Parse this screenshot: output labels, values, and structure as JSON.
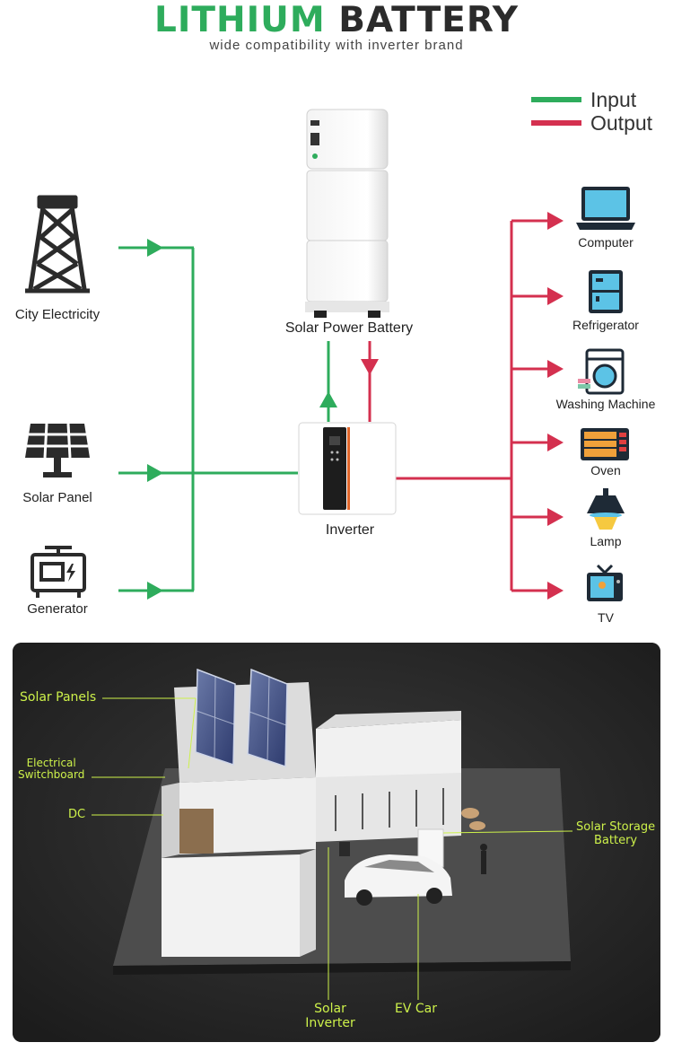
{
  "header": {
    "title_part1": "LITHIUM",
    "title_part2": "BATTERY",
    "subtitle": "wide compatibility with inverter brand"
  },
  "legend": {
    "input_label": "Input",
    "output_label": "Output",
    "input_color": "#2eac5c",
    "output_color": "#d4304f"
  },
  "sources": [
    {
      "label": "City Electricity",
      "icon": "power-tower-icon"
    },
    {
      "label": "Solar Panel",
      "icon": "solar-panel-icon"
    },
    {
      "label": "Generator",
      "icon": "generator-icon"
    }
  ],
  "center": {
    "battery_label": "Solar Power Battery",
    "inverter_label": "Inverter"
  },
  "loads": [
    {
      "label": "Computer",
      "icon": "computer-icon"
    },
    {
      "label": "Refrigerator",
      "icon": "refrigerator-icon"
    },
    {
      "label": "Washing Machine",
      "icon": "washing-machine-icon"
    },
    {
      "label": "Oven",
      "icon": "oven-icon"
    },
    {
      "label": "Lamp",
      "icon": "lamp-icon"
    },
    {
      "label": "TV",
      "icon": "tv-icon"
    }
  ],
  "scene": {
    "solar_panels": "Solar Panels",
    "switchboard_line1": "Electrical",
    "switchboard_line2": "Switchboard",
    "dc": "DC",
    "storage_line1": "Solar Storage",
    "storage_line2": "Battery",
    "inverter_line1": "Solar",
    "inverter_line2": "Inverter",
    "ev_car": "EV Car",
    "label_color": "#cdf14a"
  }
}
